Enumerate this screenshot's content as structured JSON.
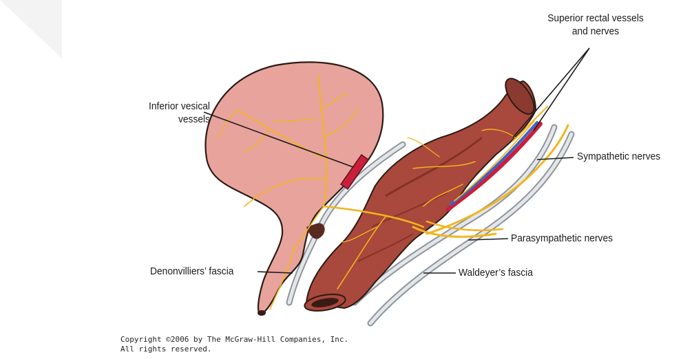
{
  "labels": {
    "superior_rectal_line1": "Superior rectal vessels",
    "superior_rectal_line2": "and nerves",
    "inferior_vesical_line1": "Inferior vesical",
    "inferior_vesical_line2": "vessels",
    "sympathetic": "Sympathetic nerves",
    "parasympathetic": "Parasympathetic nerves",
    "denonvilliers": "Denonvilliers’ fascia",
    "waldeyers": "Waldeyer’s fascia"
  },
  "copyright": {
    "line1": "Copyright ©2006 by The McGraw-Hill Companies, Inc.",
    "line2": "All rights reserved."
  },
  "colors": {
    "bladder_fill": "#e8a39c",
    "bladder_outline": "#2a1a14",
    "rectum_fill": "#a9483c",
    "rectum_dark": "#7a2a22",
    "nerve_yellow": "#f2b51c",
    "fascia_gray": "#b8bdc2",
    "artery_red": "#c8203a",
    "vein_blue": "#3d63c8"
  }
}
